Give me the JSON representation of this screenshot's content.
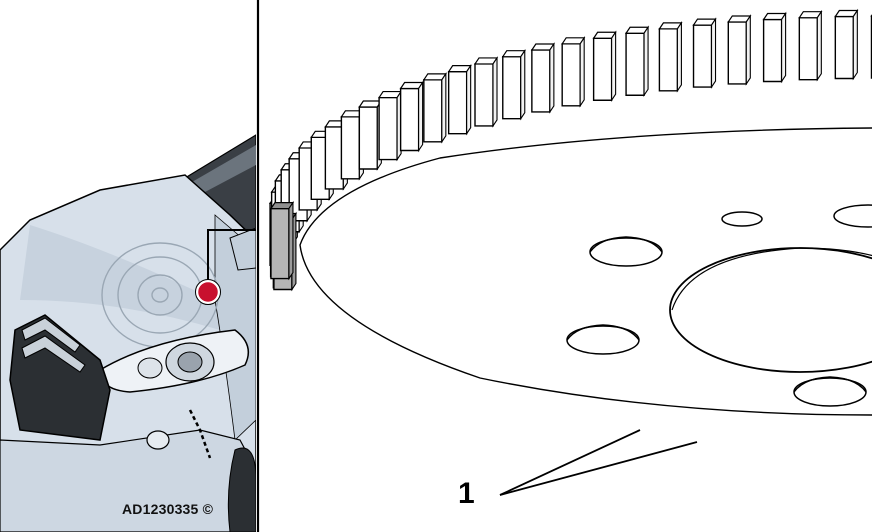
{
  "figure": {
    "reference_code": "AD1230335 ©",
    "callout_label": "1"
  },
  "colors": {
    "car_body": "#d7e0ea",
    "car_shadow": "#b9c5d2",
    "car_dark": "#2b2f33",
    "location_marker": "#c8102e",
    "highlighted_teeth": "#b5b5b5",
    "outline": "#000000"
  },
  "icons": {
    "location_marker": "red-dot-marker"
  }
}
